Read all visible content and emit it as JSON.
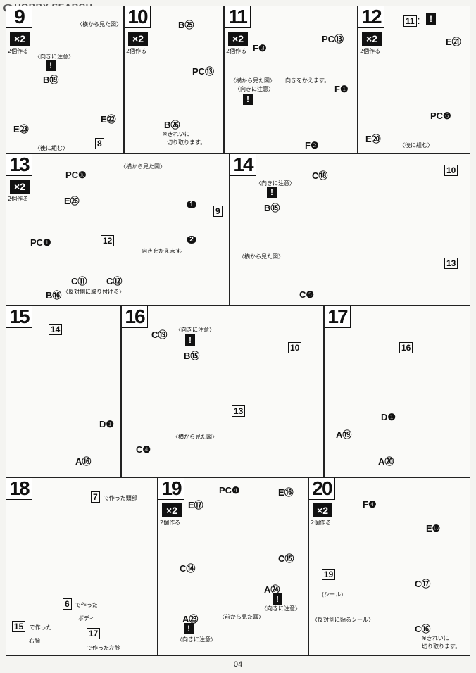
{
  "watermark": "HOBBY SEARCH",
  "page_number": "04",
  "steps": {
    "s9": {
      "num": "9",
      "x2": "×2",
      "x2_note": "2個作る",
      "note_top": "〈横から見た図〉",
      "note_warn": "〈向きに注意〉",
      "b": "B⑲",
      "e23": "E㉓",
      "e22": "E㉒",
      "ref": "8",
      "back": "〈後に組む〉"
    },
    "s10": {
      "num": "10",
      "x2": "×2",
      "x2_note": "2個作る",
      "b25": "B㉕",
      "pc13": "PC⑬",
      "b26": "B㉖",
      "cut1": "※きれいに",
      "cut2": "切り取ります。"
    },
    "s11": {
      "num": "11",
      "x2": "×2",
      "x2_note": "2個作る",
      "f3": "F❸",
      "pc13": "PC⑬",
      "note_side": "〈横から見た図〉",
      "note_warn": "〈向きに注意〉",
      "note_dir": "向きをかえます。",
      "f1": "F❶",
      "f2": "F❷"
    },
    "s12": {
      "num": "12",
      "x2": "×2",
      "x2_note": "2個作る",
      "ref": "11",
      "ref_colon": ":",
      "e21": "E㉑",
      "pc6": "PC❻",
      "e20": "E⑳",
      "back": "〈後に組む〉"
    },
    "s13": {
      "num": "13",
      "x2": "×2",
      "x2_note": "2個作る",
      "pc10": "PC❿",
      "e26": "E㉖",
      "note_side": "〈横から見た図〉",
      "ref9": "9",
      "ref12": "12",
      "pc1": "PC❶",
      "b16": "B⑯",
      "c11": "C⑪",
      "c12": "C⑫",
      "note_dir": "向きをかえます。",
      "note_rev": "〈反対側に取り付ける〉",
      "n1": "1",
      "n2": "2"
    },
    "s14": {
      "num": "14",
      "note_warn": "〈向きに注意〉",
      "c18": "C⑱",
      "b15": "B⑮",
      "note_side": "〈横から見た図〉",
      "c5": "C❺",
      "ref10": "10",
      "ref13": "13"
    },
    "s15": {
      "num": "15",
      "ref14": "14",
      "d1": "D❶",
      "a16": "A⑯"
    },
    "s16": {
      "num": "16",
      "c19": "C⑲",
      "note_warn": "〈向きに注意〉",
      "b15": "B⑮",
      "c4": "C❹",
      "note_side": "〈横から見た図〉",
      "ref10": "10",
      "ref13": "13"
    },
    "s17": {
      "num": "17",
      "ref16": "16",
      "d1": "D❶",
      "a19": "A⑲",
      "a20": "A⑳"
    },
    "s18": {
      "num": "18",
      "ref7": "7",
      "ref7_text": "で作った頭部",
      "ref6": "6",
      "ref6_text": "で作った",
      "ref6_text2": "ボディ",
      "ref15": "15",
      "ref15_text": "で作った",
      "ref15_text2": "右腕",
      "ref17": "17",
      "ref17_text": "で作った左腕"
    },
    "s19": {
      "num": "19",
      "x2": "×2",
      "x2_note": "2個作る",
      "pc4": "PC❹",
      "e16": "E⑯",
      "e17": "E⑰",
      "c14": "C⑭",
      "c15": "C⑮",
      "a24": "A㉔",
      "note_warn": "〈向きに注意〉",
      "a23": "A㉓",
      "note_front": "〈前から見た図〉",
      "note_warn2": "〈向きに注意〉"
    },
    "s20": {
      "num": "20",
      "x2": "×2",
      "x2_note": "2個作る",
      "f4": "F❹",
      "e10": "E❿",
      "ref19": "19",
      "seal": "(シール)",
      "seal_note": "〈反対側に貼るシール〉",
      "c17": "C⑰",
      "c16": "C⑯",
      "cut1": "※きれいに",
      "cut2": "切り取ります。"
    }
  }
}
